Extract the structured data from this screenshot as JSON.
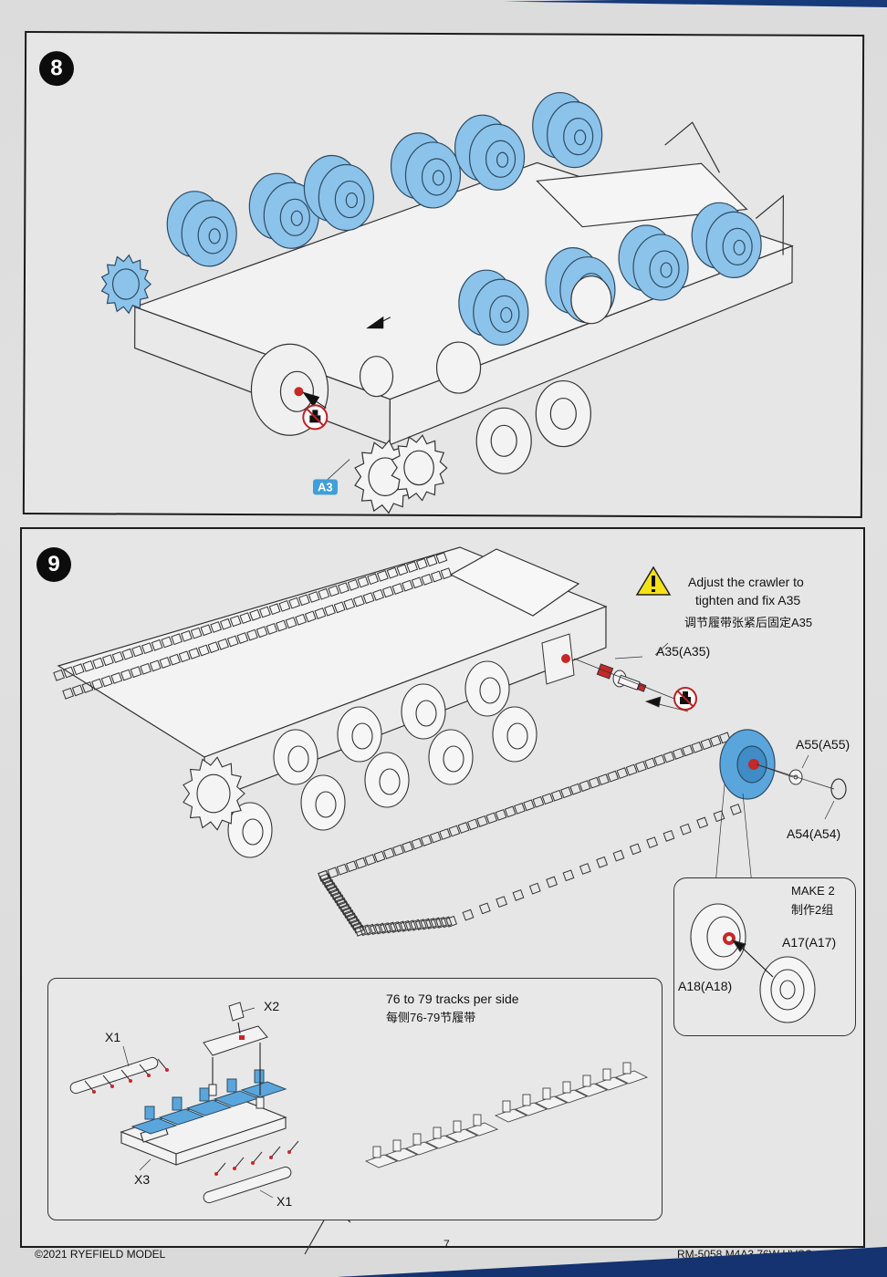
{
  "document": {
    "page_number": "7",
    "copyright": "©2021 RYEFIELD MODEL",
    "kit_code": "RM-5058 M4A3 76W HVSS"
  },
  "step8": {
    "number": "8",
    "part_badge": "A3",
    "icons": [
      "no-glue-icon"
    ],
    "highlight_color": "#8cc3ea"
  },
  "step9": {
    "number": "9",
    "warning": {
      "icon": "warning-triangle-icon",
      "line1": "Adjust the crawler to",
      "line2": "tighten and fix A35",
      "line_cn": "调节履带张紧后固定A35"
    },
    "parts": {
      "a35": "A35(A35)",
      "a55": "A55(A55)",
      "a54": "A54(A54)",
      "a17": "A17(A17)",
      "a18": "A18(A18)"
    },
    "make_note": {
      "en": "MAKE 2",
      "cn": "制作2组"
    },
    "tracks_note": {
      "en": "76 to 79 tracks per side",
      "cn": "每侧76-79节履带"
    },
    "jig_parts": {
      "x1_top": "X1",
      "x1_bottom": "X1",
      "x2": "X2",
      "x3": "X3"
    },
    "highlight_color": "#5aa6dc",
    "glue_color": "#c62828"
  }
}
